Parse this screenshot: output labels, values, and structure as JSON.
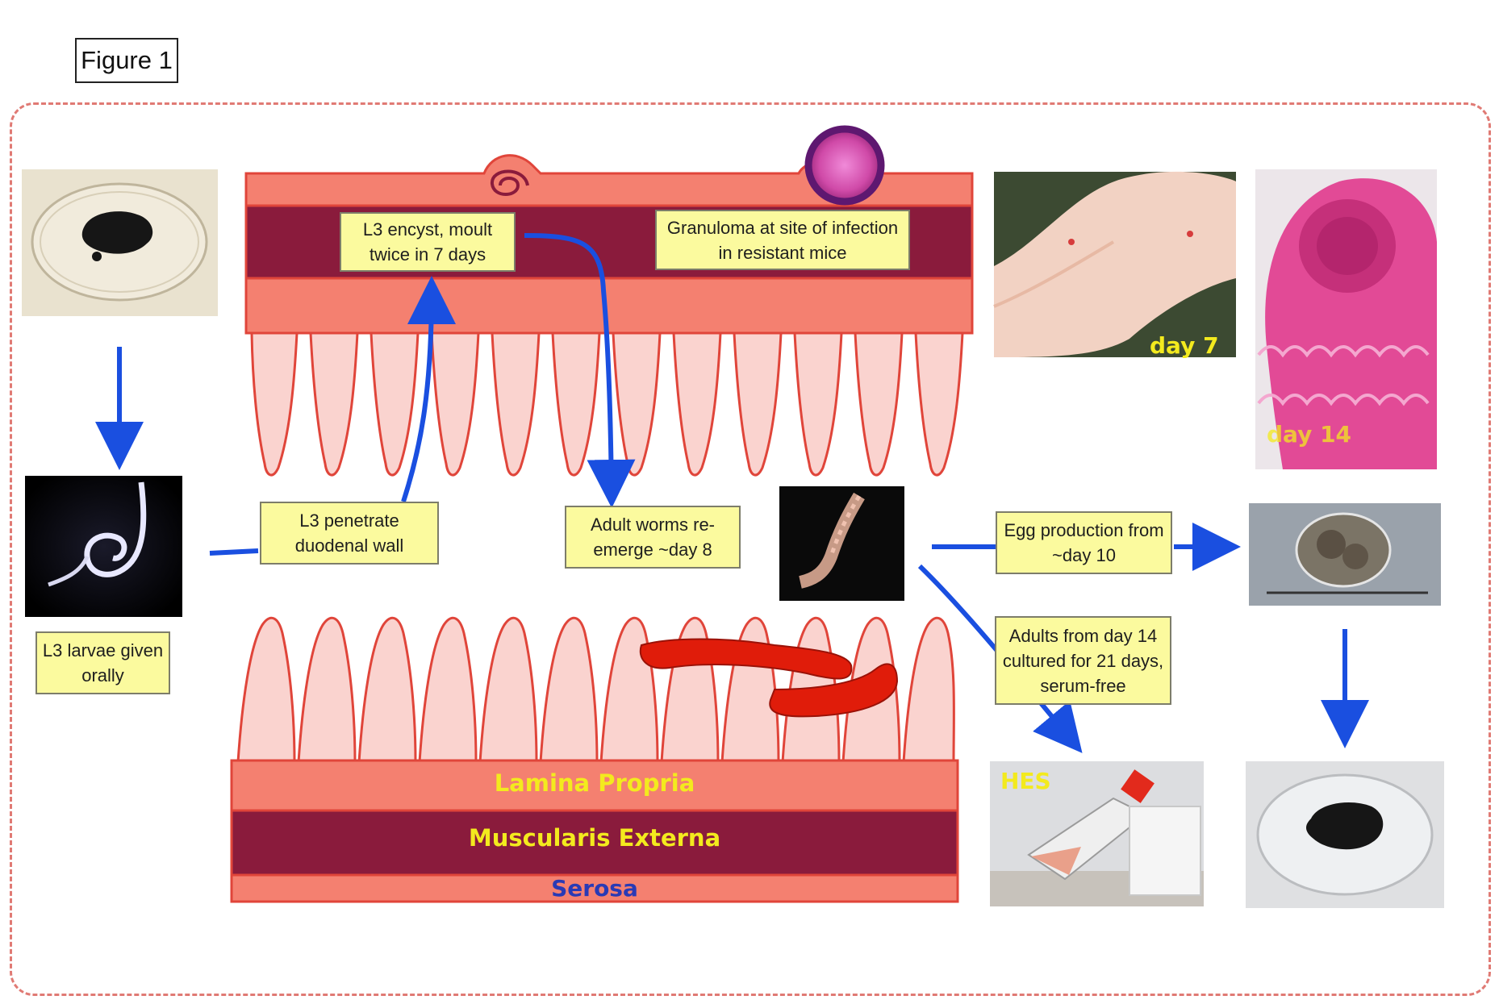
{
  "figure": {
    "title": "Figure 1"
  },
  "labels": {
    "l3_larvae": "L3 larvae given orally",
    "l3_penetrate": "L3 penetrate duodenal wall",
    "l3_encyst": "L3 encyst, moult twice in 7 days",
    "granuloma": "Granuloma at site of infection in resistant mice",
    "adult_reemerge": "Adult worms re-emerge ~day 8",
    "egg_production": "Egg production from ~day 10",
    "adults_cultured": "Adults from day 14 cultured for 21 days, serum-free"
  },
  "tissue_layers": {
    "lamina_propria": "Lamina Propria",
    "muscularis_externa": "Muscularis Externa",
    "serosa": "Serosa"
  },
  "photo_captions": {
    "day7": "day 7",
    "day14": "day 14",
    "hes": "HES"
  },
  "colors": {
    "frame_border": "#e07a74",
    "label_fill": "#fbfa9e",
    "arrow": "#1a4fe0",
    "mucosa": "#f48070",
    "muscularis": "#8a1b3c",
    "villus_fill": "#fad3cf",
    "villus_stroke": "#e0453a",
    "worm": "#e01c0a",
    "tissue_text_yellow": "#f3ea1e",
    "serosa_text": "#2a3ab5"
  }
}
